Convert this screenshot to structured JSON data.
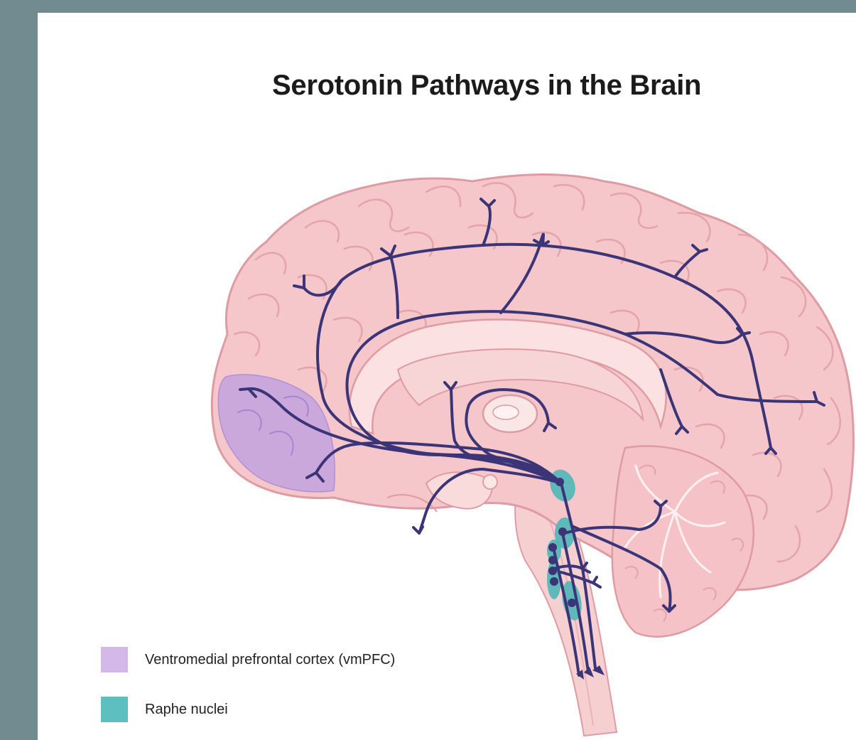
{
  "title": "Serotonin Pathways in the Brain",
  "legend": [
    {
      "label": "Ventromedial prefrontal cortex (vmPFC)",
      "color": "#d4b8ea"
    },
    {
      "label": "Raphe nuclei",
      "color": "#5ebfc0"
    }
  ],
  "colors": {
    "background": "#728b90",
    "brain_fill": "#f5c9cc",
    "brain_outline": "#dd9ca3",
    "inner_fill": "#fbe3e3",
    "pathway": "#3b3578",
    "vmpfc": "#c3a2df",
    "raphe": "#4fb6b7"
  }
}
